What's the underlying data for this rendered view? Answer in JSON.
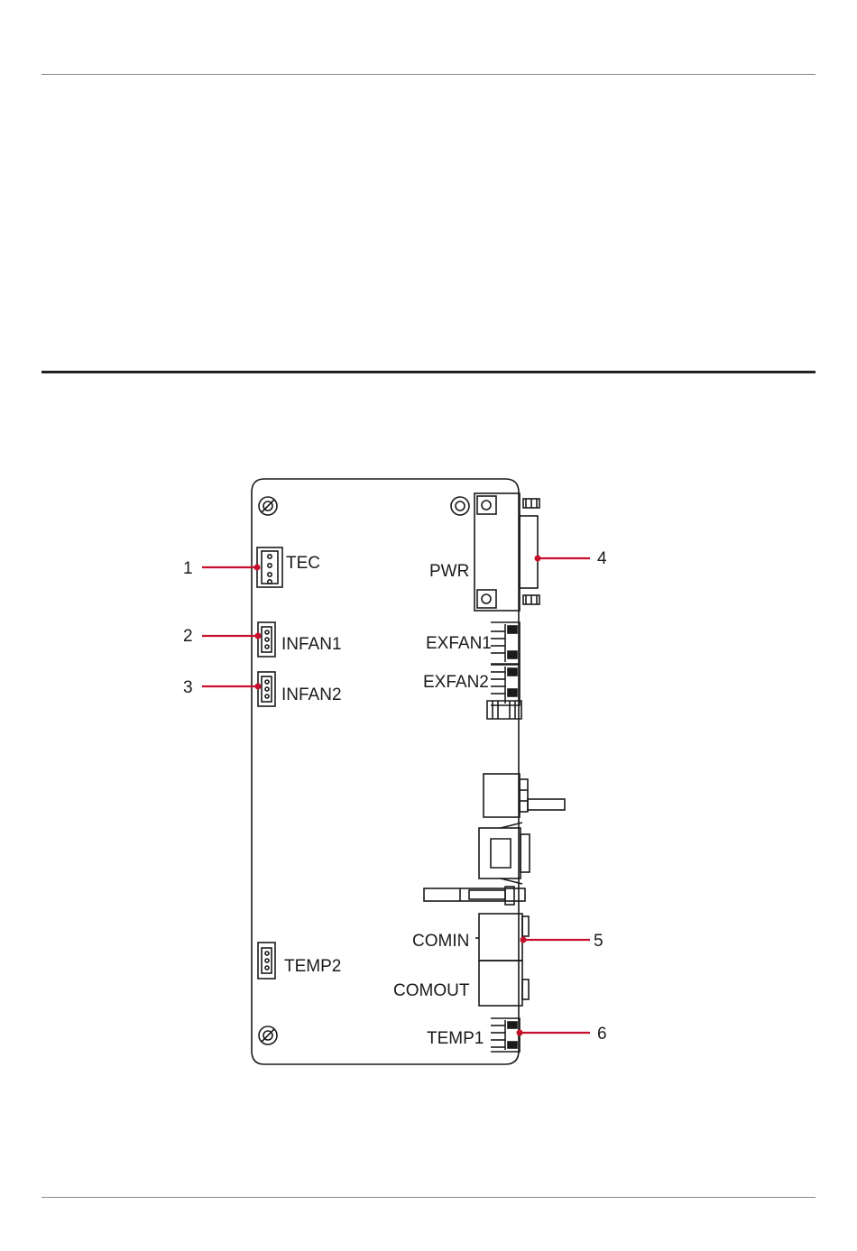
{
  "connectors": {
    "tec": "TEC",
    "infan1": "INFAN1",
    "infan2": "INFAN2",
    "temp2": "TEMP2",
    "pwr": "PWR",
    "exfan1": "EXFAN1",
    "exfan2": "EXFAN2",
    "comin": "COMIN",
    "comout": "COMOUT",
    "temp1": "TEMP1"
  },
  "callouts": [
    "1",
    "2",
    "3",
    "4",
    "5",
    "6"
  ],
  "colors": {
    "callout_line": "#c8102e",
    "board_outline": "#1a1a1a"
  }
}
